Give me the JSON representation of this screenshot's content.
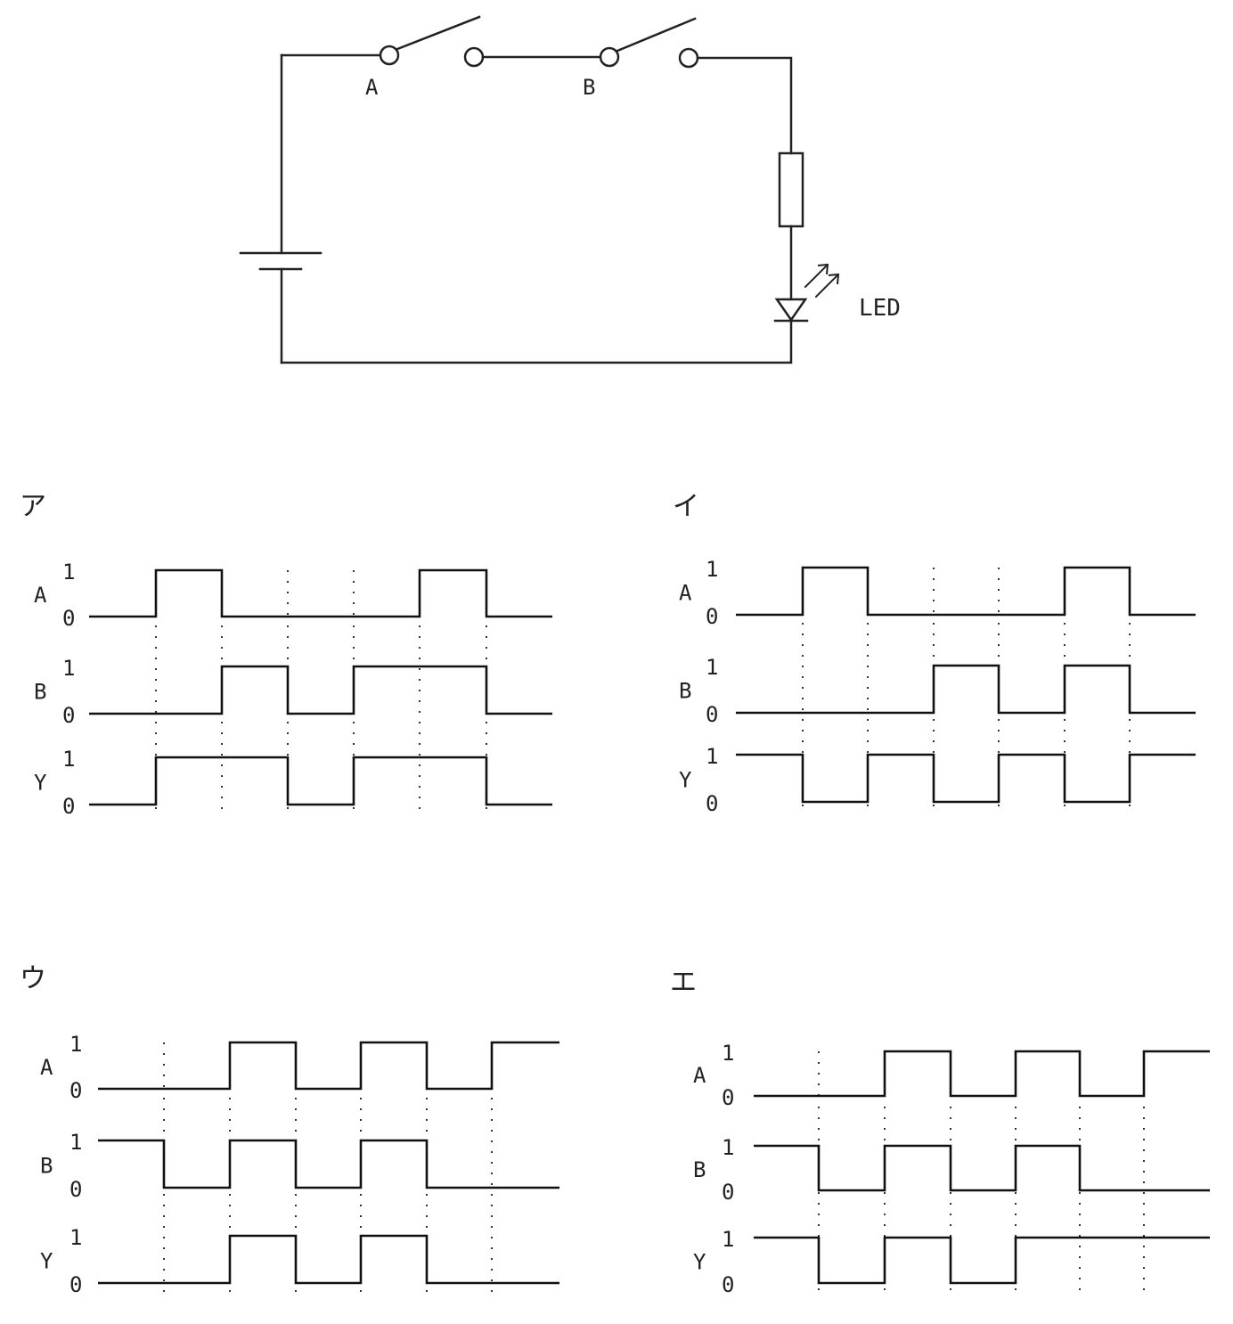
{
  "circuit": {
    "switch_a_label": "A",
    "switch_b_label": "B",
    "led_label": "LED"
  },
  "timing_diagrams": [
    {
      "label": "ア",
      "signals": [
        {
          "name": "A",
          "high": "1",
          "low": "0",
          "levels": [
            0,
            1,
            0,
            0,
            0,
            1,
            0
          ]
        },
        {
          "name": "B",
          "high": "1",
          "low": "0",
          "levels": [
            0,
            0,
            1,
            0,
            1,
            1,
            0
          ]
        },
        {
          "name": "Y",
          "high": "1",
          "low": "0",
          "levels": [
            0,
            1,
            1,
            0,
            1,
            1,
            0
          ]
        }
      ]
    },
    {
      "label": "イ",
      "signals": [
        {
          "name": "A",
          "high": "1",
          "low": "0",
          "levels": [
            0,
            1,
            0,
            0,
            0,
            1,
            0
          ]
        },
        {
          "name": "B",
          "high": "1",
          "low": "0",
          "levels": [
            0,
            0,
            0,
            1,
            0,
            1,
            0
          ]
        },
        {
          "name": "Y",
          "high": "1",
          "low": "0",
          "levels": [
            1,
            0,
            1,
            0,
            1,
            0,
            1
          ]
        }
      ]
    },
    {
      "label": "ウ",
      "signals": [
        {
          "name": "A",
          "high": "1",
          "low": "0",
          "levels": [
            0,
            0,
            1,
            0,
            1,
            0,
            1
          ]
        },
        {
          "name": "B",
          "high": "1",
          "low": "0",
          "levels": [
            1,
            0,
            1,
            0,
            1,
            0,
            0
          ]
        },
        {
          "name": "Y",
          "high": "1",
          "low": "0",
          "levels": [
            0,
            0,
            1,
            0,
            1,
            0,
            0
          ]
        }
      ]
    },
    {
      "label": "エ",
      "signals": [
        {
          "name": "A",
          "high": "1",
          "low": "0",
          "levels": [
            0,
            0,
            1,
            0,
            1,
            0,
            1
          ]
        },
        {
          "name": "B",
          "high": "1",
          "low": "0",
          "levels": [
            1,
            0,
            1,
            0,
            1,
            0,
            0
          ]
        },
        {
          "name": "Y",
          "high": "1",
          "low": "0",
          "levels": [
            1,
            0,
            1,
            0,
            1,
            1,
            1
          ]
        }
      ]
    }
  ]
}
